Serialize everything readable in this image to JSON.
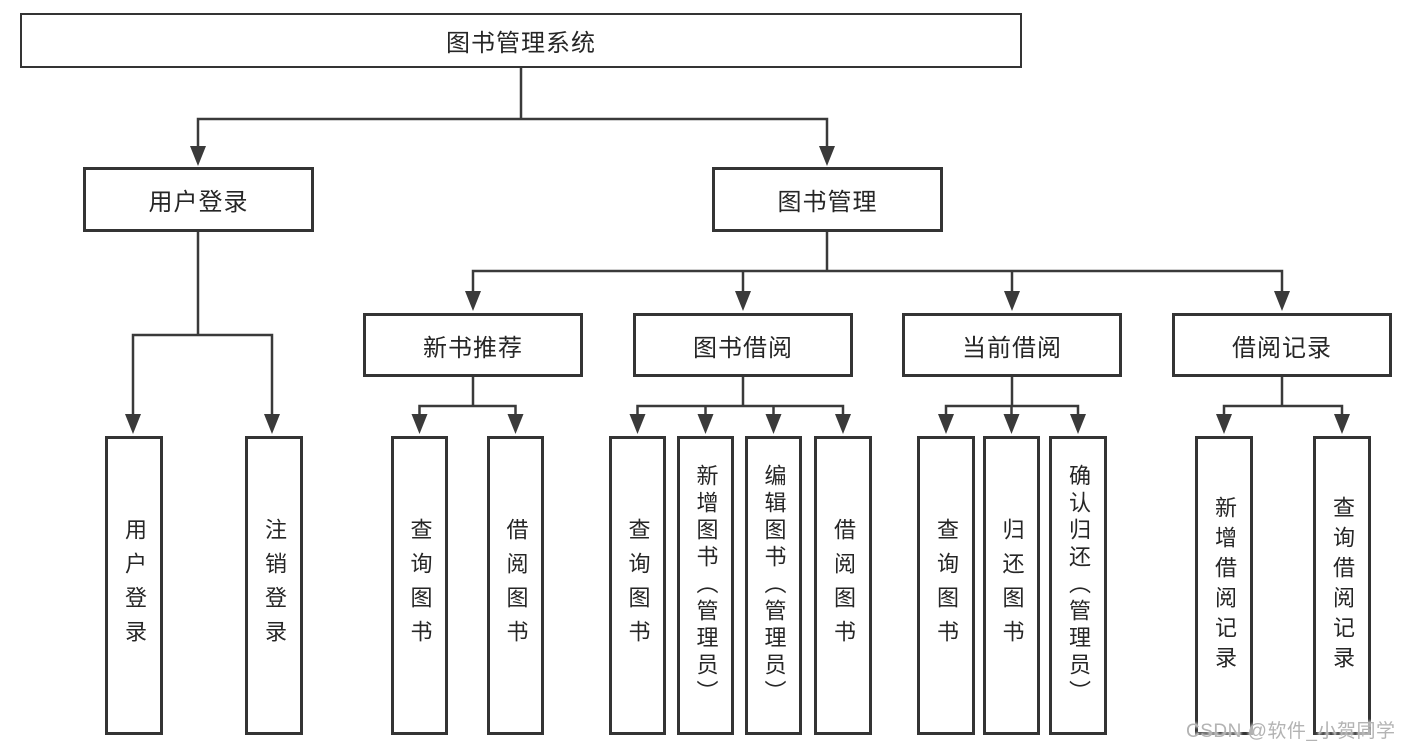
{
  "diagram": {
    "title": "图书管理系统",
    "level2": {
      "user_login": "用户登录",
      "book_management": "图书管理"
    },
    "level3": {
      "new_book": "新书推荐",
      "book_borrow": "图书借阅",
      "current_borrow": "当前借阅",
      "borrow_record": "借阅记录"
    },
    "leaves": {
      "user_login": "用户登录",
      "logout": "注销登录",
      "nb_query": "查询图书",
      "nb_borrow": "借阅图书",
      "bb_query": "查询图书",
      "bb_add": "新增图书（管理员）",
      "bb_edit": "编辑图书（管理员）",
      "bb_borrow": "借阅图书",
      "cb_query": "查询图书",
      "cb_return": "归还图书",
      "cb_confirm": "确认归还（管理员）",
      "br_add": "新增借阅记录",
      "br_query": "查询借阅记录"
    },
    "colors": {
      "line": "#3a3a3a",
      "box_border": "#343434",
      "text": "#262626",
      "watermark": "#b3b3b3",
      "background": "#ffffff"
    },
    "watermark": "CSDN @软件_小贺同学"
  }
}
